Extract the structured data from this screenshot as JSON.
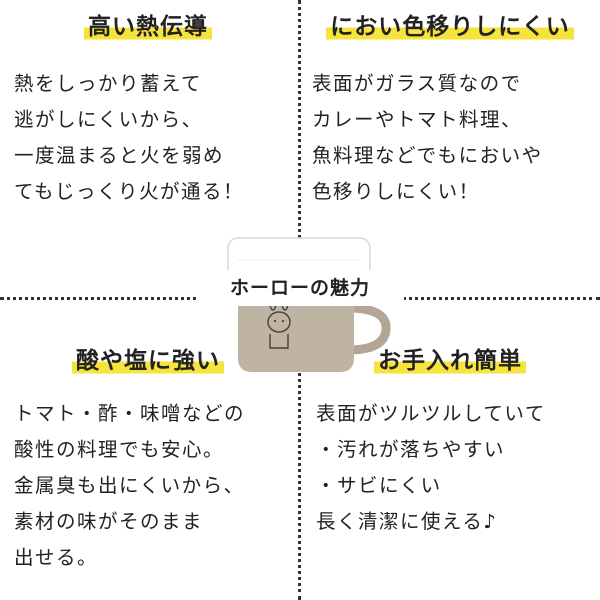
{
  "features": [
    {
      "title": "高い熱伝導",
      "body": "熱をしっかり蓄えて\n逃がしにくいから、\n一度温まると火を弱め\nてもじっくり火が通る！"
    },
    {
      "title": "におい色移りしにくい",
      "body": "表面がガラス質なので\nカレーやトマト料理、\n魚料理などでもにおいや\n色移りしにくい！"
    },
    {
      "title": "酸や塩に強い",
      "body": "トマト・酢・味噌などの\n酸性の料理でも安心。\n金属臭も出にくいから、\n素材の味がそのまま\n出せる。"
    },
    {
      "title": "お手入れ簡単",
      "body": "表面がツルツルしていて\n・汚れが落ちやすい\n・サビにくい\n長く清潔に使える♪"
    }
  ],
  "center": {
    "badge": "ホーローの魅力"
  },
  "colors": {
    "highlight": "#f6e33c",
    "mug_body": "#bfb3a4",
    "mug_lid": "#ffffff",
    "divider": "#333333"
  }
}
